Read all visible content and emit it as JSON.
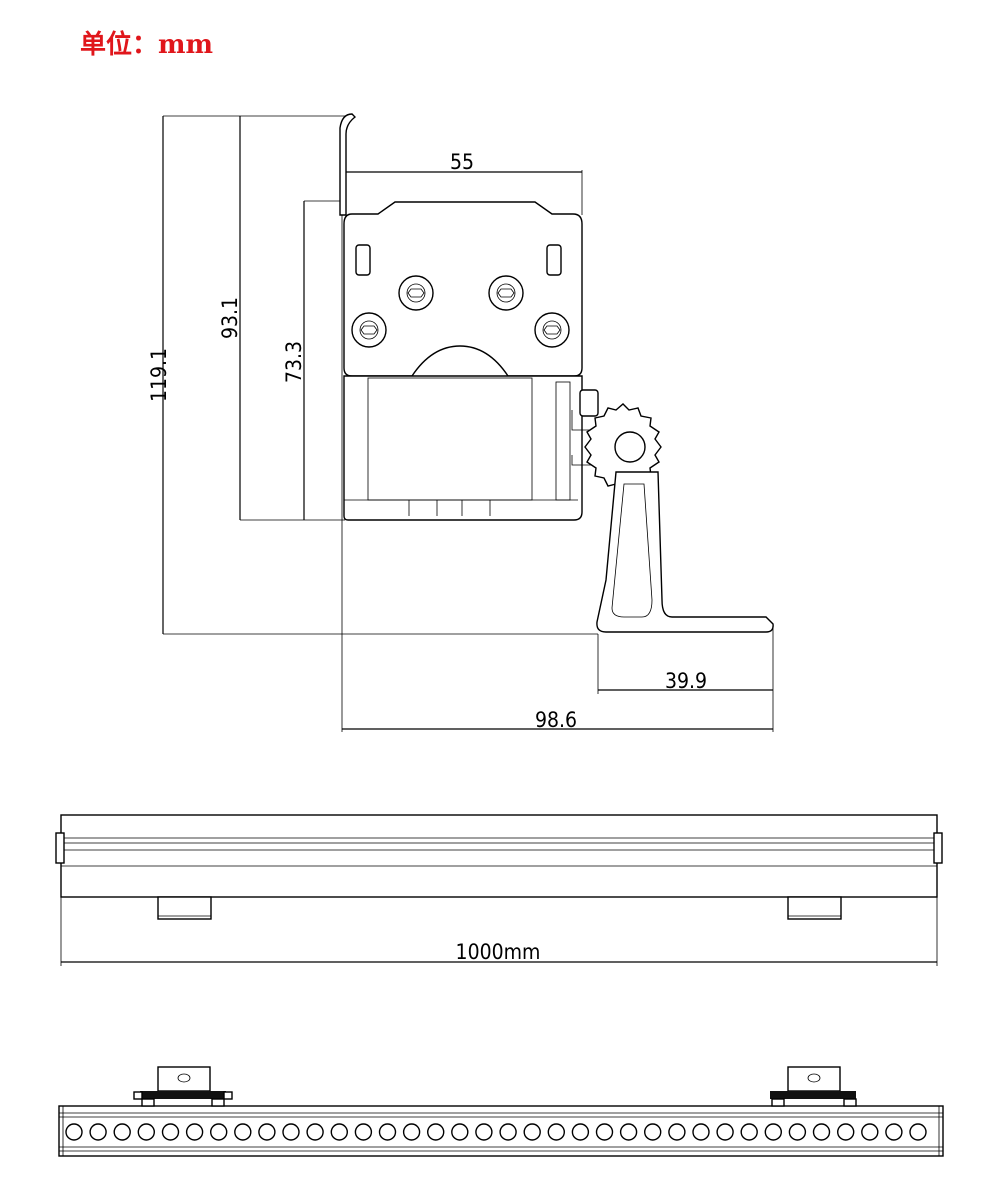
{
  "title": {
    "label": "单位：",
    "unit": "mm"
  },
  "side_view": {
    "dims": {
      "total_height": "119.1",
      "inner_height": "93.1",
      "housing_height": "73.3",
      "top_width": "55",
      "bracket_width": "39.9",
      "total_width": "98.6"
    }
  },
  "front_view": {
    "length_label": "1000mm"
  },
  "bottom_view": {
    "led_count": 36
  }
}
